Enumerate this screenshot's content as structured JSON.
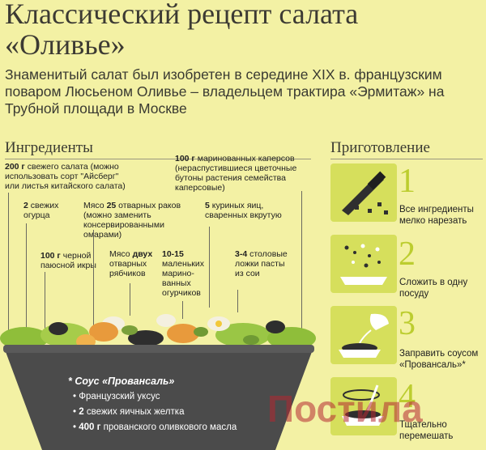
{
  "title": {
    "line1": "Классический рецепт салата",
    "line2": "«Оливье»"
  },
  "subtitle": "Знаменитый салат был изобретен в середине XIX в. французским поваром Люсьеном Оливье – владельцем трактира «Эрмитаж» на Трубной площади в Москве",
  "ingredients": {
    "header": "Ингредиенты",
    "salad_qty": "200 г",
    "salad_text": " свежего салата (можно использовать сорт \"Айсберг\" или листья китайского салата)",
    "capers_qty": "100 г",
    "capers_text": " маринованных каперсов (нераспустившиеся цветочные бутоны растения семейства каперсовые)",
    "cucumbers_qty": "2",
    "cucumbers_text": " свежих огурца",
    "crayfish_pre": "Мясо ",
    "crayfish_qty": "25",
    "crayfish_text": " отварных раков (можно заменить консервированными омарами)",
    "eggs_qty": "5",
    "eggs_text": " куриных яиц, сваренных вкрутую",
    "caviar_qty": "100 г",
    "caviar_text": " черной паюсной икры",
    "grouse_pre": "Мясо ",
    "grouse_qty": "двух",
    "grouse_text": " отварных рябчиков",
    "gherkins_qty": "10-15",
    "gherkins_text": " маленьких марино-ванных огурчиков",
    "soy_qty": "3-4",
    "soy_text": " столовые ложки пасты из сои"
  },
  "sauce": {
    "title": "Соус «Провансаль»",
    "items": [
      {
        "qty": "",
        "text": "Французский уксус"
      },
      {
        "qty": "2",
        "text": " свежих яичных желтка"
      },
      {
        "qty": "400 г",
        "text": " прованского оливкового масла"
      }
    ]
  },
  "preparation": {
    "header": "Приготовление",
    "steps": [
      {
        "num": "1",
        "text": "Все ингредиенты мелко нарезать",
        "icon": "knife-icon"
      },
      {
        "num": "2",
        "text": "Сложить в одну посуду",
        "icon": "plate-icon"
      },
      {
        "num": "3",
        "text": "Заправить соусом «Провансаль»*",
        "icon": "sauce-boat-icon"
      },
      {
        "num": "4",
        "text": "Тщательно перемешать",
        "icon": "whisk-icon"
      }
    ]
  },
  "watermark": "Постила",
  "colors": {
    "background": "#f3f1a4",
    "bowl": "#4b4b4b",
    "step_box": "#d6df5c",
    "step_number": "#bccd2f"
  }
}
